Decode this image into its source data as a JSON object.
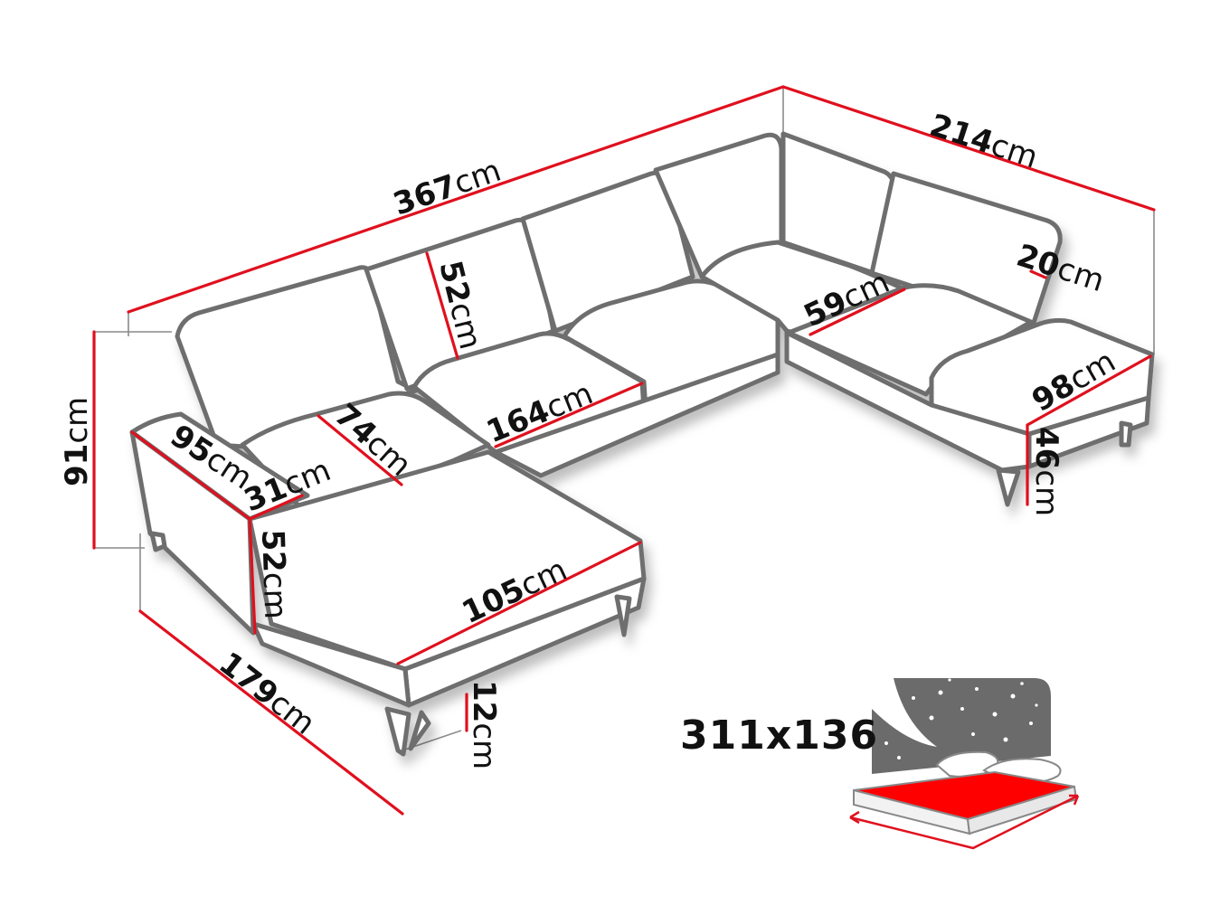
{
  "diagram": {
    "type": "furniture-dimension-drawing",
    "subject": "U-shaped corner sofa",
    "unit": "cm",
    "colors": {
      "outline": "#6e6e6e",
      "dimension_line": "#e0101e",
      "text": "#111111",
      "bed_panel": "#6b6b6b",
      "bed_sheet": "#ff0000"
    },
    "dimensions": {
      "total_width": {
        "value": "367",
        "unit": "cm"
      },
      "right_depth": {
        "value": "214",
        "unit": "cm"
      },
      "left_depth": {
        "value": "179",
        "unit": "cm"
      },
      "height": {
        "value": "91",
        "unit": "cm"
      },
      "backrest_height": {
        "value": "52",
        "unit": "cm"
      },
      "seat_width_middle": {
        "value": "164",
        "unit": "cm"
      },
      "seat_depth_left": {
        "value": "74",
        "unit": "cm"
      },
      "armrest_length": {
        "value": "95",
        "unit": "cm"
      },
      "armrest_width": {
        "value": "31",
        "unit": "cm"
      },
      "armrest_height": {
        "value": "52",
        "unit": "cm"
      },
      "chaise_length": {
        "value": "105",
        "unit": "cm"
      },
      "leg_height": {
        "value": "12",
        "unit": "cm"
      },
      "corner_seat_depth": {
        "value": "59",
        "unit": "cm"
      },
      "right_seat_width": {
        "value": "98",
        "unit": "cm"
      },
      "seat_height": {
        "value": "46",
        "unit": "cm"
      },
      "right_armrest_width": {
        "value": "20",
        "unit": "cm"
      }
    },
    "sleeping_area": {
      "label": "311x136",
      "icon": "bed-with-night-sky-icon"
    }
  }
}
